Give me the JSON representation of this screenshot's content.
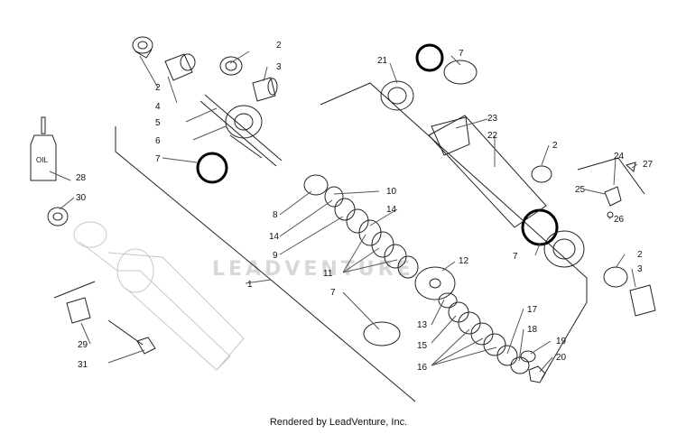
{
  "watermark": "LEADVENTURE",
  "footer": "Rendered by LeadVenture, Inc.",
  "oil_label": "OIL",
  "callouts": {
    "c1": "1",
    "c2a": "2",
    "c2b": "2",
    "c2c": "2",
    "c2d": "2",
    "c3a": "3",
    "c3b": "3",
    "c4": "4",
    "c5": "5",
    "c6": "6",
    "c7a": "7",
    "c7b": "7",
    "c7c": "7",
    "c7d": "7",
    "c8": "8",
    "c9": "9",
    "c10": "10",
    "c11": "11",
    "c12": "12",
    "c13": "13",
    "c14a": "14",
    "c14b": "14",
    "c15": "15",
    "c16": "16",
    "c17": "17",
    "c18": "18",
    "c19": "19",
    "c20": "20",
    "c21": "21",
    "c22": "22",
    "c23": "23",
    "c24": "24",
    "c25": "25",
    "c26": "26",
    "c27": "27",
    "c28": "28",
    "c29": "29",
    "c30": "30",
    "c31": "31"
  }
}
